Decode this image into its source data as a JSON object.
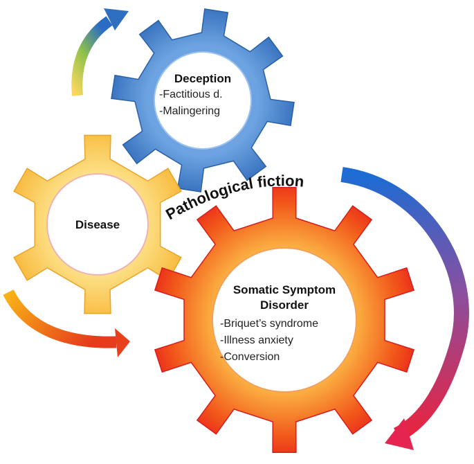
{
  "gears": {
    "deception": {
      "title": "Deception",
      "lines": [
        "-Factitious d.",
        "-Malingering"
      ],
      "color": "#3d7cc9"
    },
    "disease": {
      "title": "Disease",
      "color": "#f9c64a"
    },
    "somatic": {
      "title_line1": "Somatic Symptom",
      "title_line2": "Disorder",
      "lines": [
        "-Briquet’s syndrome",
        "-Illness anxiety",
        "-Conversion"
      ],
      "color": "#f04a12"
    }
  },
  "connector_label": "Pathological fiction",
  "arrows": [
    {
      "name": "arrow-disease-to-deception",
      "from_color": "#f9d25a",
      "to_color": "#2e6fc2"
    },
    {
      "name": "arrow-disease-to-somatic",
      "from_color": "#f7b21a",
      "to_color": "#e8401a"
    },
    {
      "name": "arrow-deception-to-somatic",
      "from_color": "#1f6ed1",
      "to_color": "#e5244f"
    }
  ]
}
